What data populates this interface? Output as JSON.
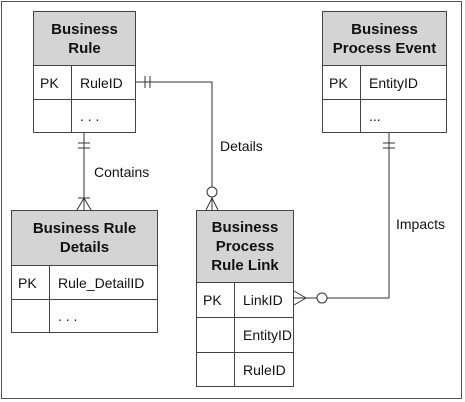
{
  "entities": {
    "business_rule": {
      "title": "Business\nRule",
      "rows": [
        {
          "key": "PK",
          "value": "RuleID"
        },
        {
          "key": "",
          "value": ". . ."
        }
      ]
    },
    "business_process_event": {
      "title": "Business\nProcess Event",
      "rows": [
        {
          "key": "PK",
          "value": "EntityID"
        },
        {
          "key": "",
          "value": "..."
        }
      ]
    },
    "business_rule_details": {
      "title": "Business Rule\nDetails",
      "rows": [
        {
          "key": "PK",
          "value": "Rule_DetailID"
        },
        {
          "key": "",
          "value": ". . ."
        }
      ]
    },
    "business_process_rule_link": {
      "title": "Business\nProcess\nRule Link",
      "rows": [
        {
          "key": "PK",
          "value": "LinkID"
        },
        {
          "key": "",
          "value": "EntityID"
        },
        {
          "key": "",
          "value": "RuleID"
        }
      ]
    }
  },
  "relationships": {
    "contains": "Contains",
    "details": "Details",
    "impacts": "Impacts"
  }
}
